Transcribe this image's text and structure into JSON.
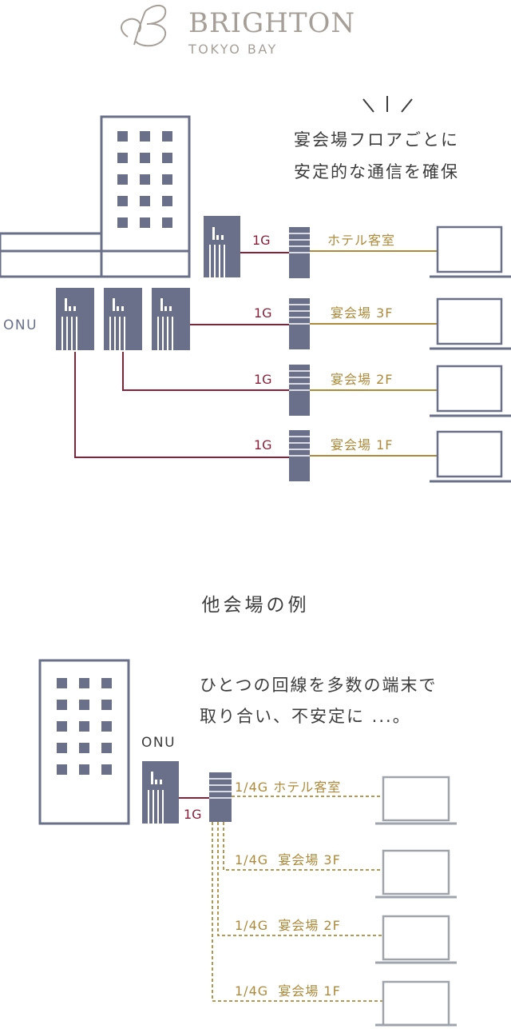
{
  "brand": {
    "name": "BRIGHTON",
    "sub": "TOKYO BAY"
  },
  "top_diagram": {
    "callout": [
      "宴会場フロアごとに",
      "安定的な通信を確保"
    ],
    "onu_label": "ONU",
    "lines": [
      {
        "speed": "1G",
        "label": "ホテル客室"
      },
      {
        "speed": "1G",
        "label": "宴会場 3F"
      },
      {
        "speed": "1G",
        "label": "宴会場 2F"
      },
      {
        "speed": "1G",
        "label": "宴会場 1F"
      }
    ]
  },
  "section_title": "他会場の例",
  "bottom_diagram": {
    "callout": [
      "ひとつの回線を多数の端末で",
      "取り合い、不安定に ...。"
    ],
    "onu_label": "ONU",
    "uplink_speed": "1G",
    "lines": [
      {
        "label": "1/4G ホテル客室"
      },
      {
        "label": "1/4G  宴会場 3F"
      },
      {
        "label": "1/4G  宴会場 2F"
      },
      {
        "label": "1/4G  宴会場 1F"
      }
    ]
  },
  "colors": {
    "equipment": "#6a7089",
    "fiber": "#8a1f3a",
    "lan": "#ad8a3a",
    "laptop_top": "#6a7089",
    "laptop_bottom": "#9ea3ac",
    "brand": "#a69f98"
  }
}
